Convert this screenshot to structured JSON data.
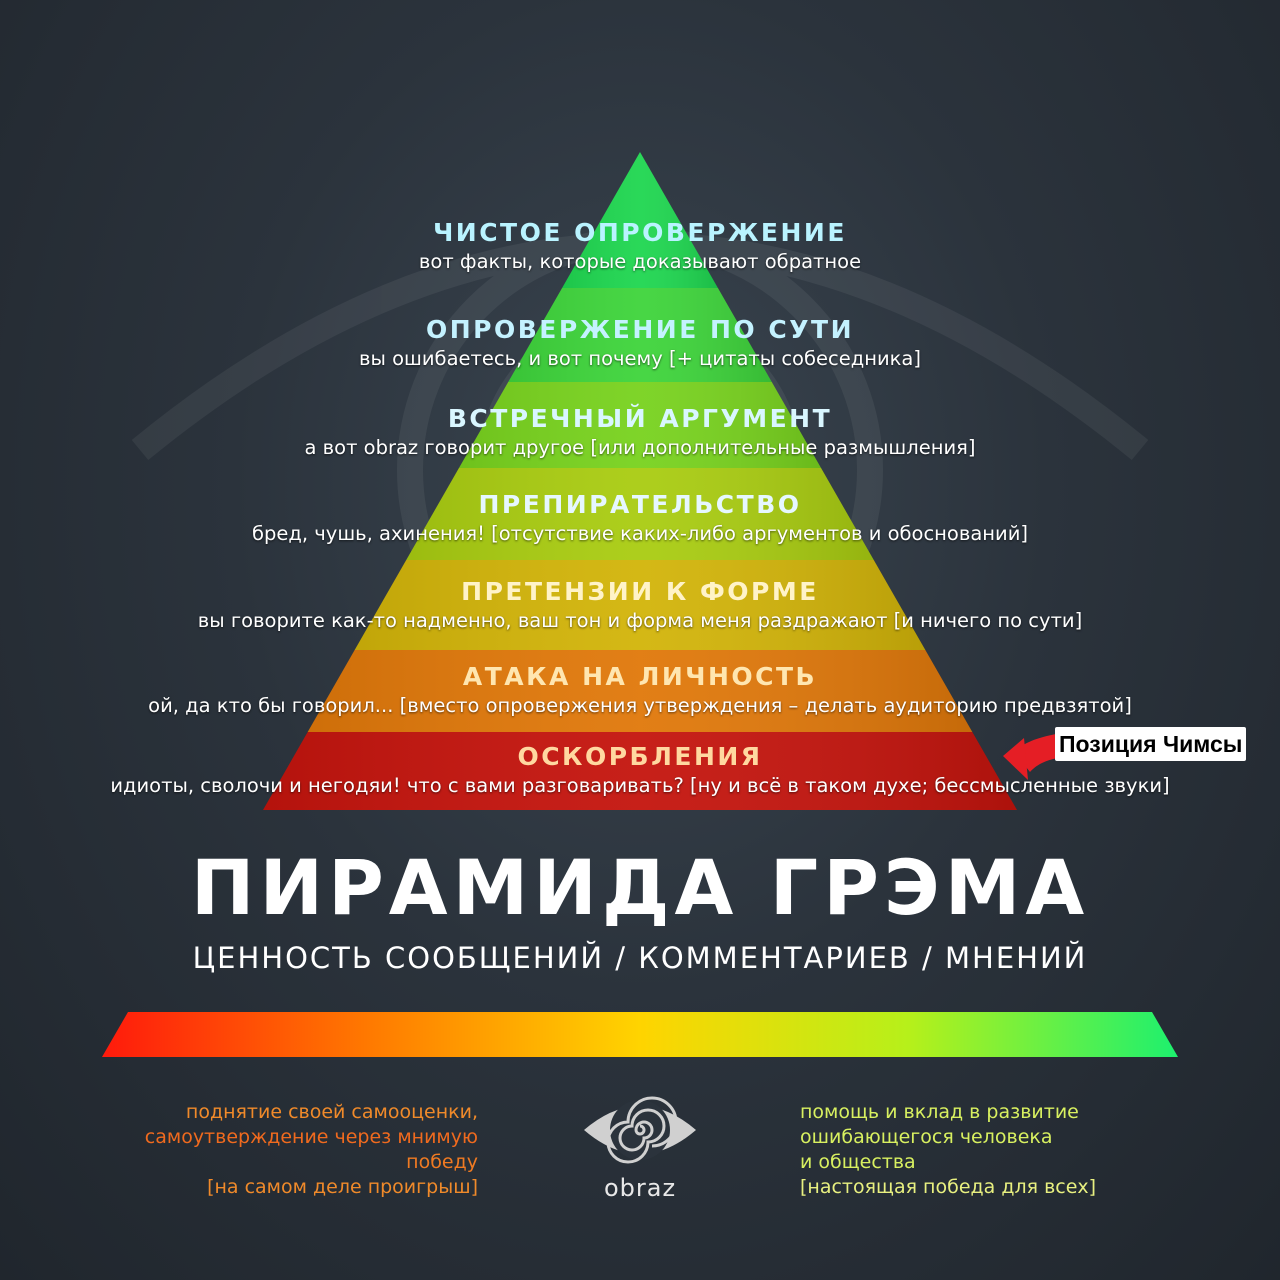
{
  "levels": [
    {
      "title": "ЧИСТОЕ ОПРОВЕРЖЕНИЕ",
      "subtitle": "вот факты, которые доказывают обратное",
      "color": "#1fd650",
      "title_color": "#b9f3ff"
    },
    {
      "title": "ОПРОВЕРЖЕНИЕ ПО СУТИ",
      "subtitle": "вы ошибаетесь, и вот почему [+ цитаты собеседника]",
      "color": "#3ed43b",
      "title_color": "#c4f2ff"
    },
    {
      "title": "ВСТРЕЧНЫЙ АРГУМЕНТ",
      "subtitle": "а вот obraz говорит другое [или дополнительные размышления]",
      "color": "#78d21e",
      "title_color": "#d9f6ff"
    },
    {
      "title": "ПРЕПИРАТЕЛЬСТВО",
      "subtitle": "бред, чушь, ахинения! [отсутствие каких-либо аргументов и обоснований]",
      "color": "#a9cc11",
      "title_color": "#e6f7ff"
    },
    {
      "title": "ПРЕТЕНЗИИ К ФОРМЕ",
      "subtitle": "вы говорите как-то надменно, ваш тон и форма меня раздражают [и ничего по сути]",
      "color": "#d2b409",
      "title_color": "#fff3c8"
    },
    {
      "title": "АТАКА НА ЛИЧНОСТЬ",
      "subtitle": "ой, да кто бы говорил... [вместо опровержения утверждения – делать аудиторию предвзятой]",
      "color": "#e0780a",
      "title_color": "#ffe6b0"
    },
    {
      "title": "ОСКОРБЛЕНИЯ",
      "subtitle": "идиоты, сволочи и негодяи! что с вами разговаривать? [ну и всё в таком духе; бессмысленные звуки]",
      "color": "#c4140d",
      "title_color": "#ffd8a0"
    }
  ],
  "title": "ПИРАМИДА ГРЭМА",
  "subtitle": "ЦЕННОСТЬ СООБЩЕНИЙ / КОММЕНТАРИЕВ / МНЕНИЙ",
  "annotation": "Позиция Чимсы",
  "gradient_colors": [
    "#ff1a0c",
    "#ff7a00",
    "#ffd400",
    "#b6f01a",
    "#1df06e"
  ],
  "left_text": [
    {
      "text": "поднятие своей самооценки,",
      "color": "#f08a2a"
    },
    {
      "text": "самоутверждение через мнимую",
      "color": "#f06a1e"
    },
    {
      "text": "победу",
      "color": "#f07a22"
    },
    {
      "text": "[на самом деле проигрыш]",
      "color": "#f08a2a"
    }
  ],
  "right_text": [
    {
      "text": "помощь и вклад в развитие",
      "color": "#d8f060"
    },
    {
      "text": "ошибающегося человека",
      "color": "#d8f060"
    },
    {
      "text": "и общества",
      "color": "#d8f060"
    },
    {
      "text": "[настоящая победа для всех]",
      "color": "#e8f080"
    }
  ],
  "logo": {
    "text": "obraz",
    "icon": "eye-spiral-icon"
  },
  "arrow_color": "#e51e25"
}
